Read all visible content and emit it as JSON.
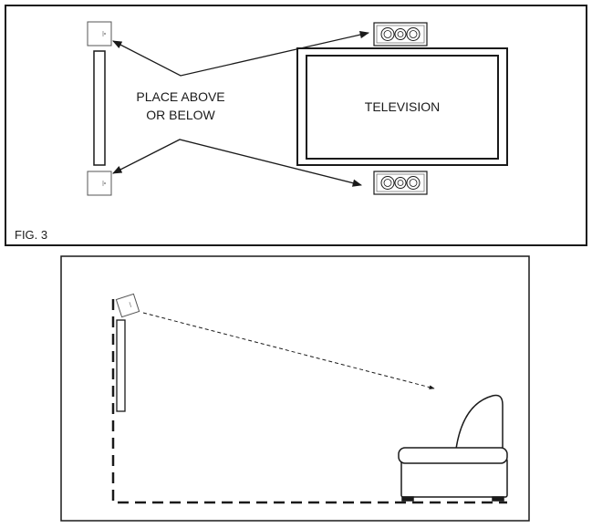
{
  "figure_top": {
    "caption": "FIG. 3",
    "placement_note_line1": "PLACE ABOVE",
    "placement_note_line2": "OR BELOW",
    "tv_label": "TELEVISION"
  },
  "colors": {
    "line": "#1a1a1a",
    "speaker_face": "#e8e8e8",
    "background": "#ffffff"
  },
  "icons": [
    "small-speaker-icon",
    "center-speaker-icon",
    "wall-speaker-icon",
    "armchair-icon"
  ]
}
